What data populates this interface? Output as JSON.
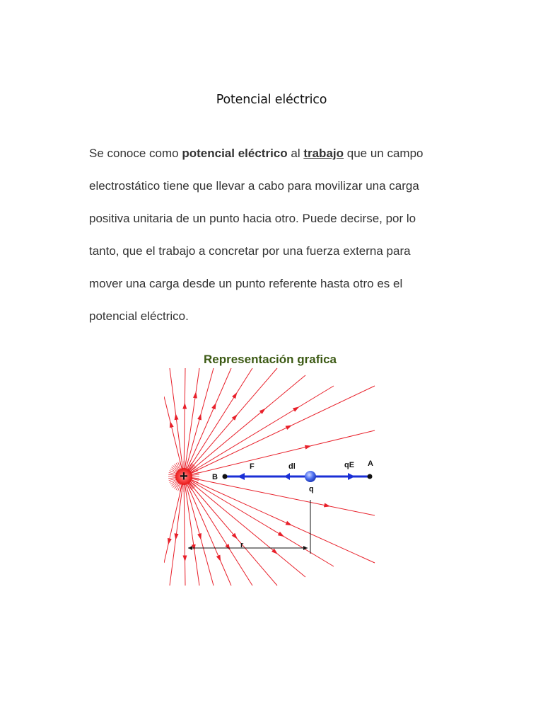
{
  "document": {
    "title": "Potencial eléctrico",
    "paragraph": {
      "line1_a": "Se conoce como ",
      "line1_b": "potencial eléctrico",
      "line1_c": " al ",
      "line1_d": "trabajo",
      "line1_e": " que un campo",
      "line2": "electrostático tiene que llevar a cabo para movilizar una carga",
      "line3": "positiva unitaria de un punto hacia otro. Puede decirse, por lo",
      "line4": "tanto, que el trabajo a concretar por una fuerza externa para",
      "line5": "mover una carga desde un punto referente hasta otro es el",
      "line6": "potencial eléctrico."
    }
  },
  "figure": {
    "title": "Representación grafica",
    "labels": {
      "plus": "+",
      "b": "B",
      "f": "F",
      "dl": "dl",
      "qe": "qE",
      "a": "A",
      "q": "q",
      "r": "r"
    },
    "colors": {
      "field_lines": "#e8202a",
      "vector_line": "#1a2fd6",
      "charge": "#e81010",
      "test_charge": "#3d63e6",
      "title": "#3c5a14"
    }
  }
}
